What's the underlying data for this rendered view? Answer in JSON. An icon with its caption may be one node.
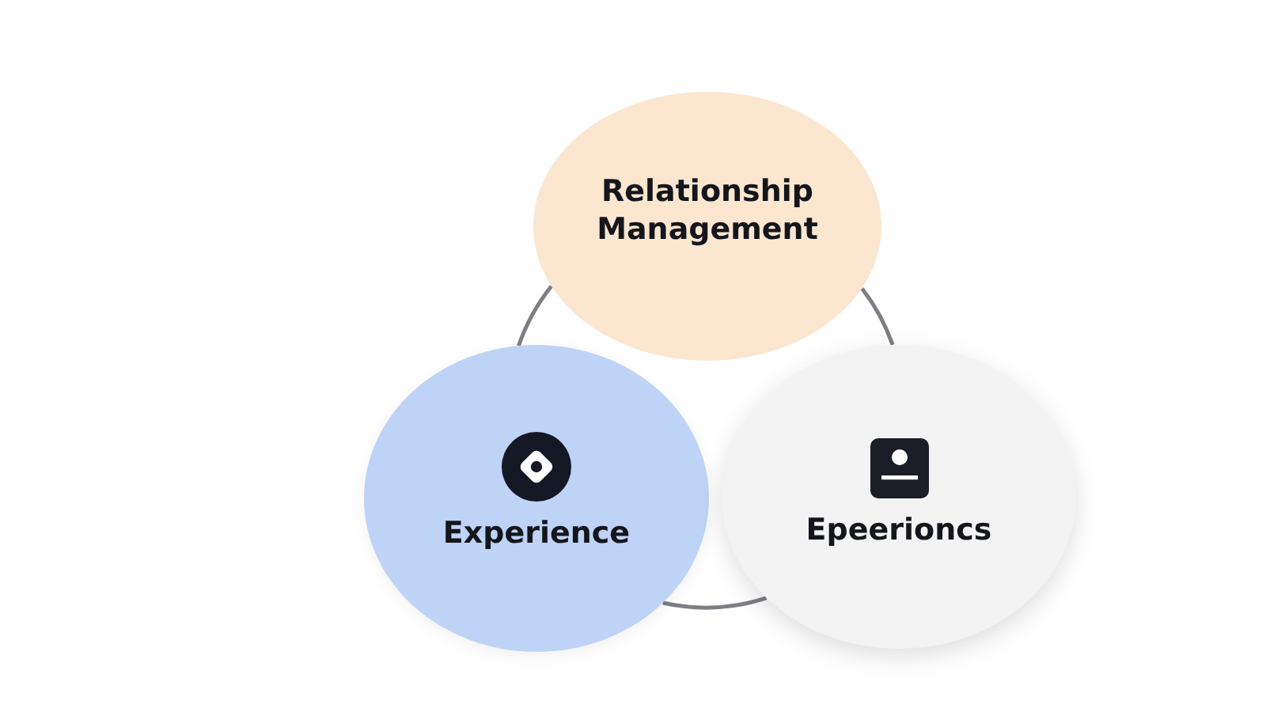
{
  "diagram": {
    "nodes": [
      {
        "text": [
          "Relationship Management"
        ]
      },
      {
        "text": [
          "Experience"
        ]
      },
      {
        "text": [
          "Epeerioncs"
        ]
      }
    ],
    "edges": [
      {
        "from": 0,
        "to": 1,
        "arrow": "none"
      },
      {
        "from": 1,
        "to": 2,
        "arrow": "none"
      },
      {
        "from": 2,
        "to": 0,
        "arrow": "none"
      }
    ]
  }
}
